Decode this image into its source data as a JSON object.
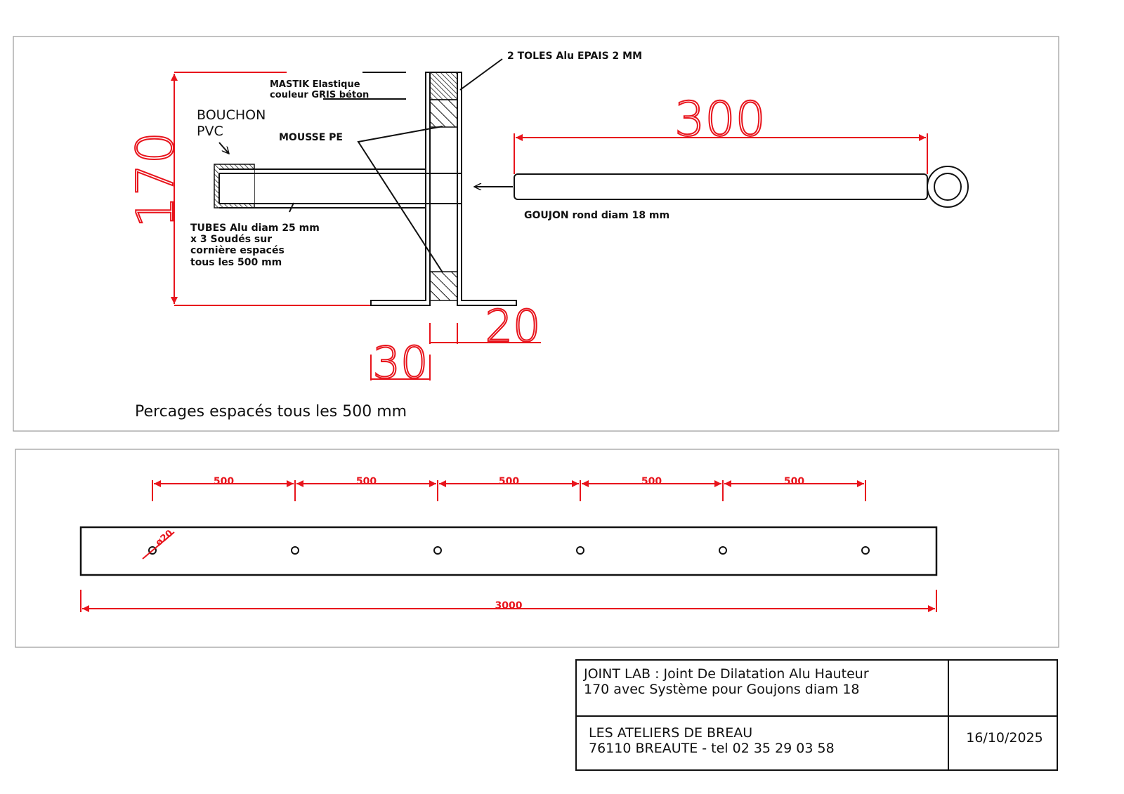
{
  "colors": {
    "dimension": "#e8141c",
    "line": "#111111"
  },
  "section_view": {
    "dim_height": "170",
    "dim_dowel_length": "300",
    "dim_gap": "20",
    "dim_flange": "30",
    "label_plates": "2 TOLES Alu EPAIS 2 MM",
    "label_mastic_1": "MASTIK Elastique",
    "label_mastic_2": "couleur GRIS béton",
    "label_cap_1": "BOUCHON",
    "label_cap_2": "PVC",
    "label_foam": "MOUSSE PE",
    "label_tubes": [
      "TUBES Alu diam 25 mm",
      "x 3 Soudés sur",
      "cornière espacés",
      "tous les 500 mm"
    ],
    "label_dowel": "GOUJON rond diam 18 mm",
    "note": "Percages espacés tous les 500 mm"
  },
  "plan_view": {
    "spacings": [
      "500",
      "500",
      "500",
      "500",
      "500"
    ],
    "total_length": "3000",
    "hole_diameter": "ø20"
  },
  "title_block": {
    "title_1": "JOINT LAB : Joint De Dilatation Alu Hauteur",
    "title_2": "170 avec Système pour Goujons diam 18",
    "company_1": "LES ATELIERS DE BREAU",
    "company_2": "76110 BREAUTE - tel 02 35 29 03 58",
    "date": "16/10/2025"
  }
}
